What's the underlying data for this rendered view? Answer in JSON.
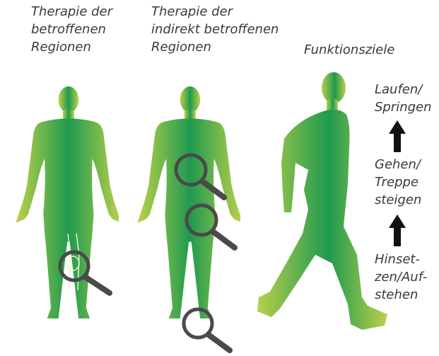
{
  "captions": {
    "col1": [
      "Therapie der",
      "betroffenen",
      "Regionen"
    ],
    "col2": [
      "Therapie der",
      "indirekt betroffenen",
      "Regionen"
    ],
    "col3": [
      "Funktionsziele"
    ]
  },
  "goals": {
    "top": [
      "Laufen/",
      "Springen"
    ],
    "middle": [
      "Gehen/",
      "Treppe",
      "steigen"
    ],
    "bottom": [
      "Hinset-",
      "zen/Auf-",
      "stehen"
    ]
  },
  "colors": {
    "figure_center": "#1f9a4f",
    "figure_edge": "#bcd14a",
    "magnifier": "#4a4a4a",
    "arrow": "#111111",
    "text": "#3a3a3a"
  }
}
